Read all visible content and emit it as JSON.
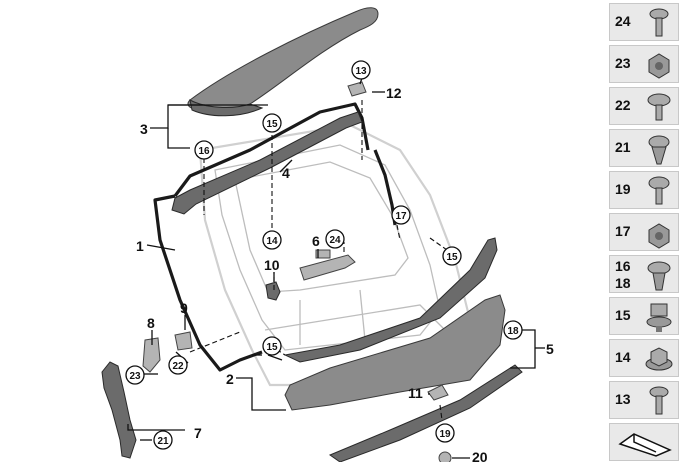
{
  "diagram": {
    "labels": {
      "l1": "1",
      "l2": "2",
      "l3": "3",
      "l4": "4",
      "l5": "5",
      "l6": "6",
      "l7": "7",
      "l8": "8",
      "l9": "9",
      "l10": "10",
      "l11": "11",
      "l12": "12",
      "l20": "20"
    },
    "callouts": {
      "c13": "13",
      "c14": "14",
      "c15a": "15",
      "c15b": "15",
      "c15c": "15",
      "c16": "16",
      "c17": "17",
      "c18": "18",
      "c19": "19",
      "c21": "21",
      "c22": "22",
      "c23": "23",
      "c24": "24"
    }
  },
  "sidebar": {
    "items": [
      {
        "num": "24",
        "icon": "screw-icon"
      },
      {
        "num": "23",
        "icon": "hex-nut-icon"
      },
      {
        "num": "22",
        "icon": "torx-screw-icon"
      },
      {
        "num": "21",
        "icon": "clip-icon"
      },
      {
        "num": "19",
        "icon": "flange-screw-icon"
      },
      {
        "num": "17",
        "icon": "hex-nut-icon"
      },
      {
        "num": "16",
        "num2": "18",
        "icon": "expanding-rivet-icon"
      },
      {
        "num": "15",
        "icon": "retainer-clip-icon"
      },
      {
        "num": "14",
        "icon": "collar-nut-icon"
      },
      {
        "num": "13",
        "icon": "screw-icon"
      },
      {
        "num": "",
        "icon": "assembly-symbol-icon"
      }
    ]
  },
  "colors": {
    "part_gray": "#8b8b8b",
    "sidebar_bg": "#e9e9e9",
    "line": "#111111"
  }
}
